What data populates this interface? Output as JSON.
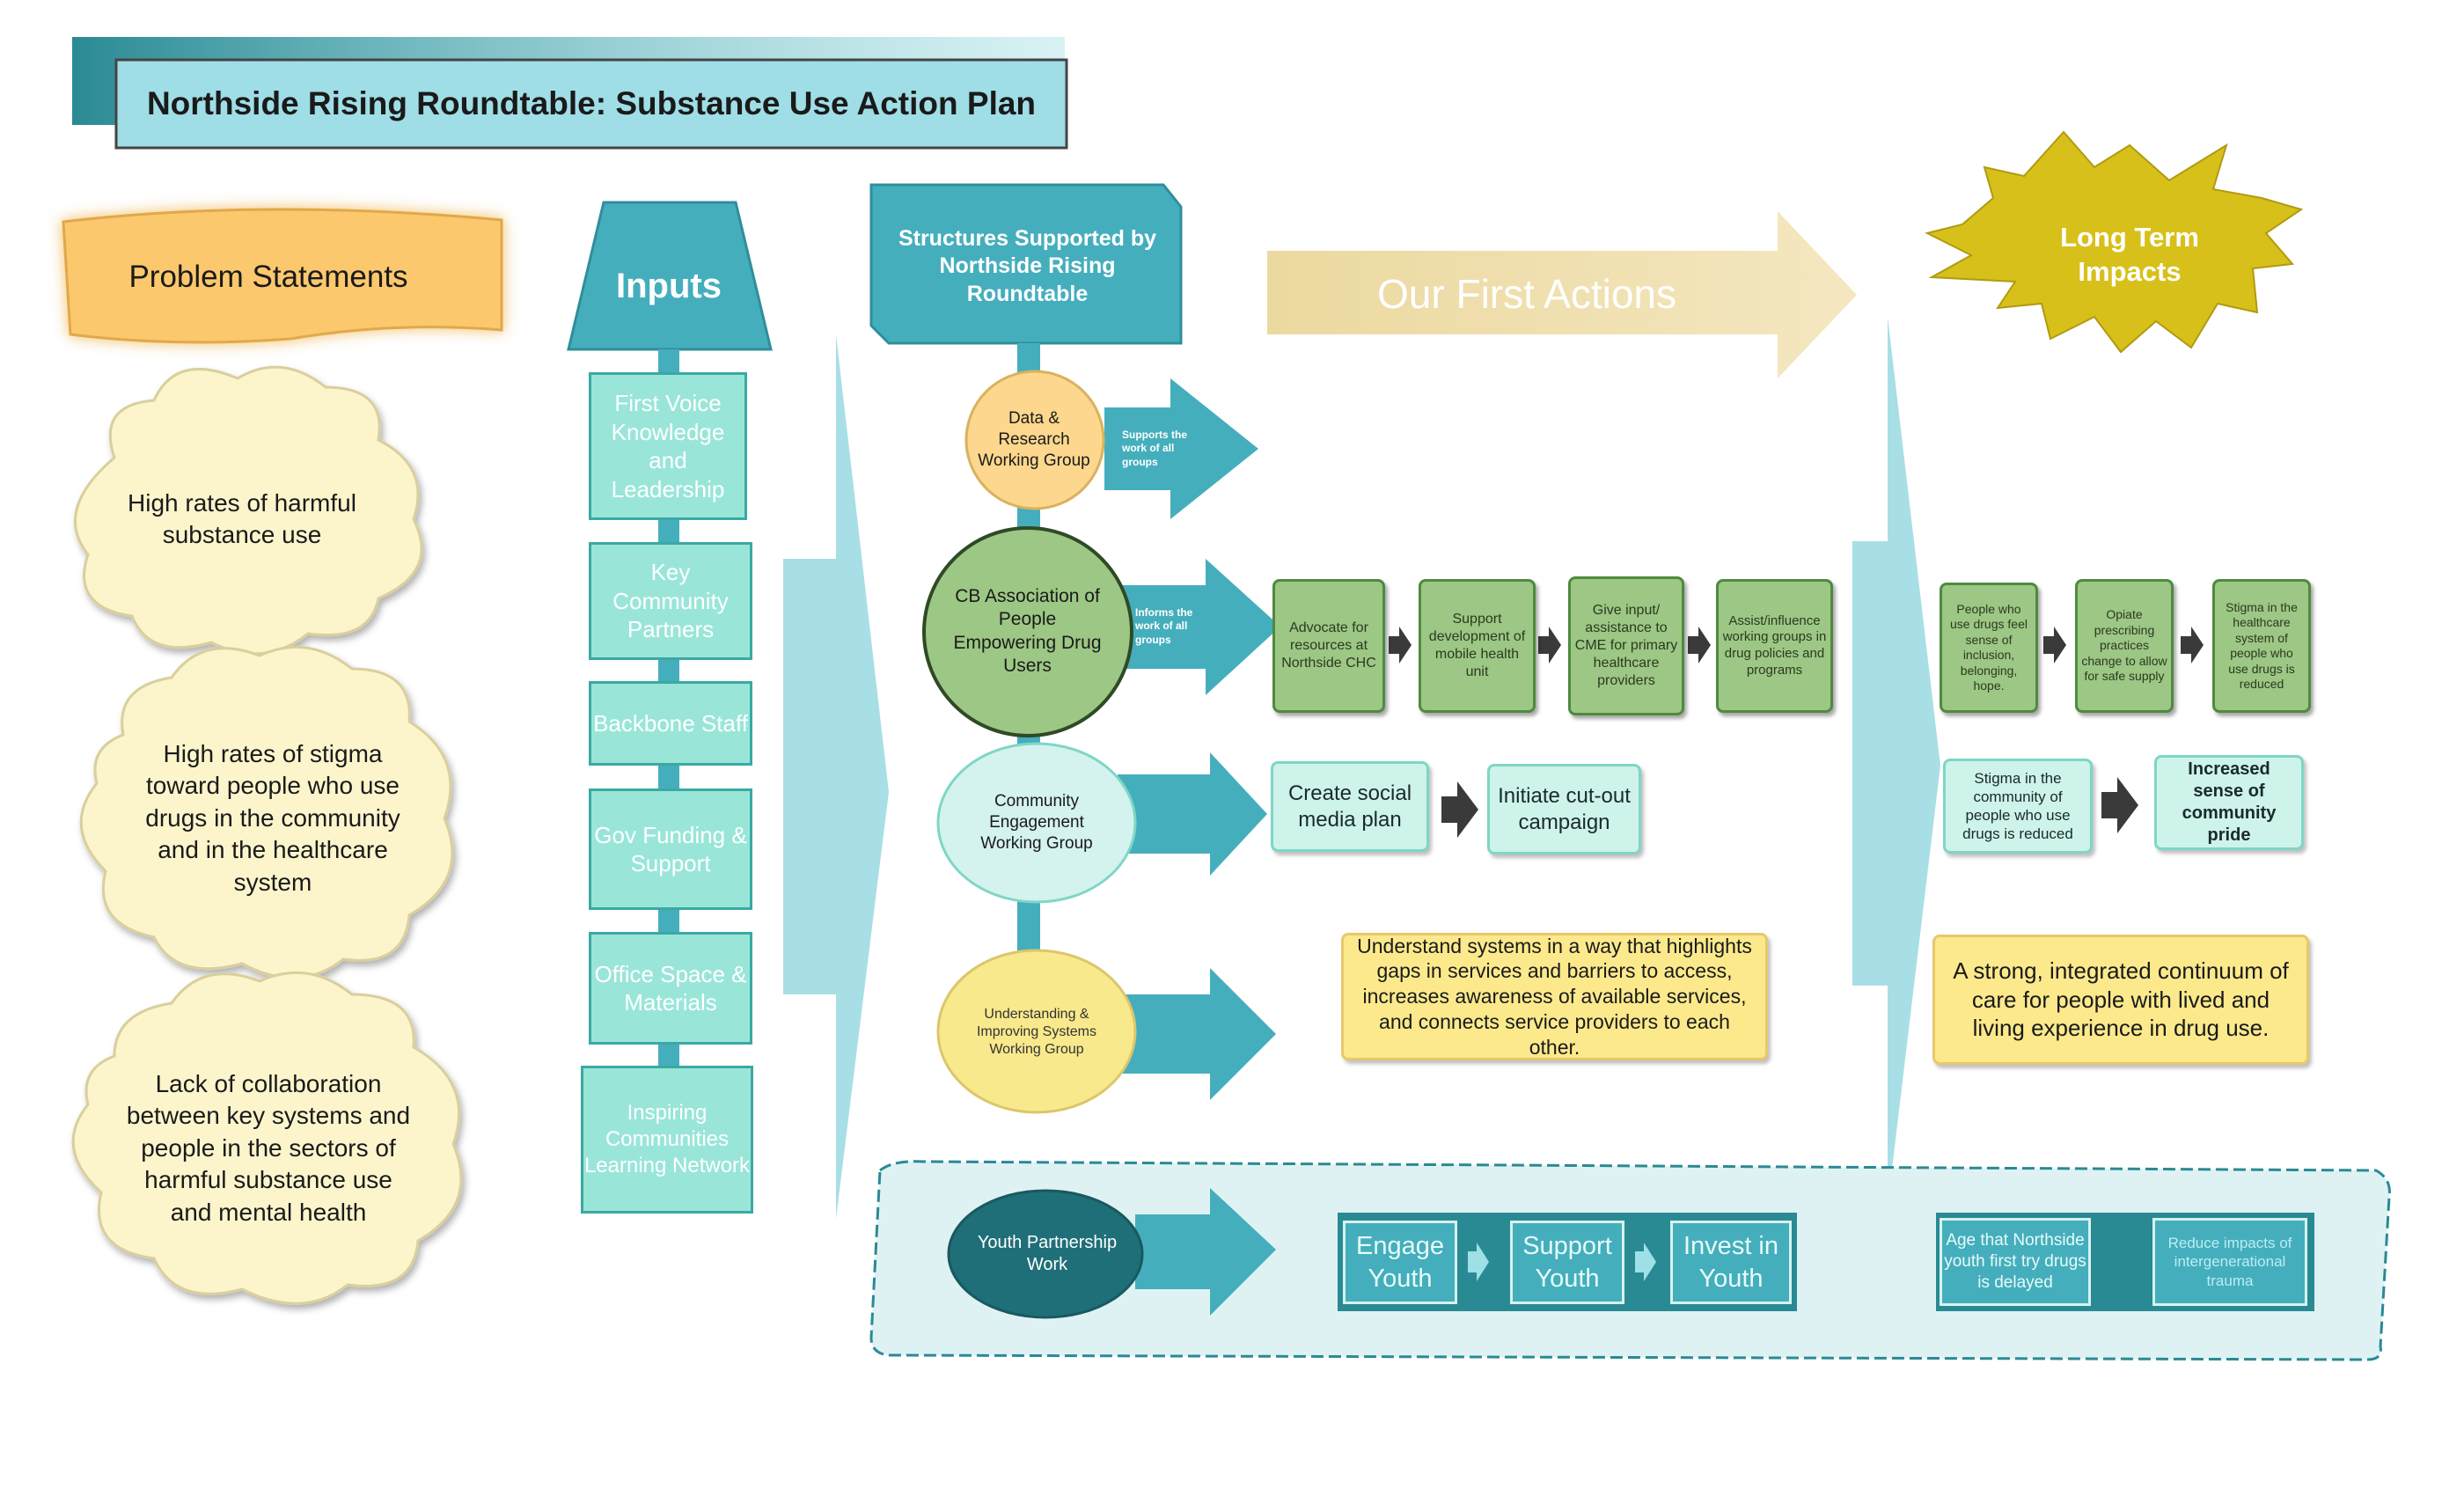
{
  "title": "Northside Rising Roundtable: Substance Use Action Plan",
  "problem_statements": {
    "heading": "Problem Statements",
    "items": [
      "High rates of harmful substance use",
      "High rates of stigma toward people who use drugs in the community and in the healthcare system",
      "Lack of collaboration between key systems and people in the sectors of harmful substance use and mental health"
    ]
  },
  "inputs": {
    "heading": "Inputs",
    "items": [
      "First Voice Knowledge and Leadership",
      "Key Community Partners",
      "Backbone Staff",
      "Gov Funding & Support",
      "Office Space & Materials",
      "Inspiring Communities Learning Network"
    ]
  },
  "structures": {
    "heading": "Structures Supported by Northside Rising Roundtable",
    "groups": [
      "Data & Research Working Group",
      "CB Association of People Empowering Drug Users",
      "Community Engagement Working Group",
      "Understanding & Improving Systems Working Group",
      "Youth Partnership Work"
    ],
    "arrow_notes": [
      "Supports the work of all groups",
      "Informs the work of all groups"
    ]
  },
  "first_actions": {
    "heading": "Our First Actions",
    "cb_actions": [
      "Advocate for resources at Northside CHC",
      "Support development of mobile health unit",
      "Give input/ assistance to CME for primary healthcare providers",
      "Assist/influence working groups in drug policies and programs"
    ],
    "community_actions": [
      "Create social media plan",
      "Initiate cut-out campaign"
    ],
    "systems_action": "Understand systems in a way that highlights gaps in services and barriers to access, increases awareness of available services, and connects service providers to each other.",
    "youth_actions": [
      "Engage Youth",
      "Support Youth",
      "Invest in Youth"
    ]
  },
  "long_term": {
    "heading": "Long Term Impacts",
    "cb_impacts": [
      "People who use drugs feel sense of inclusion, belonging, hope.",
      "Opiate prescribing practices change to allow for safe supply",
      "Stigma in the healthcare system of people who use drugs is reduced"
    ],
    "community_impacts": [
      "Stigma in the community of people who use drugs is reduced",
      "Increased sense of community pride"
    ],
    "systems_impact": "A strong, integrated continuum of care for people with lived and living experience in drug use.",
    "youth_impacts": [
      "Age that Northside youth first try drugs is delayed",
      "Reduce impacts of intergenerational trauma"
    ]
  },
  "colors": {
    "teal": "#45aebd",
    "light_teal": "#a8dfe6",
    "green": "#9cc784",
    "mint": "#cdf3ea",
    "yellow": "#fbe98c",
    "orange": "#fcc86e",
    "star": "#d8c01b"
  }
}
